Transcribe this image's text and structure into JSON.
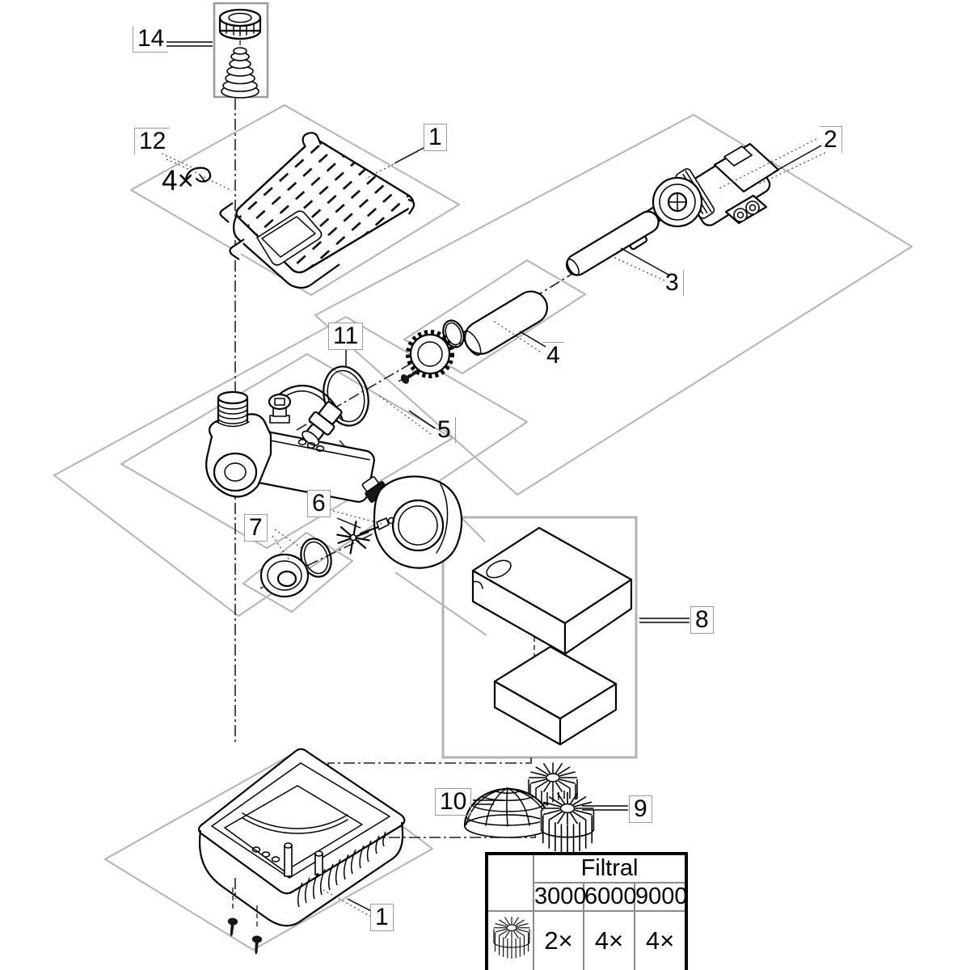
{
  "callouts": {
    "c14": "14",
    "c12": "12",
    "c12_qty": "4×",
    "c1_top": "1",
    "c2": "2",
    "c3": "3",
    "c4": "4",
    "c11": "11",
    "c5": "5",
    "c6": "6",
    "c7": "7",
    "c8": "8",
    "c10": "10",
    "c9": "9",
    "c1_bottom": "1"
  },
  "table": {
    "brand": "Filtral",
    "models": [
      "3000",
      "6000",
      "9000"
    ],
    "media_counts": [
      "2×",
      "4×",
      "4×"
    ],
    "row_icon": "bio-media-cylinder-icon"
  },
  "colors": {
    "line": "#000000",
    "construction": "#b3b3b3",
    "background": "#ffffff"
  }
}
